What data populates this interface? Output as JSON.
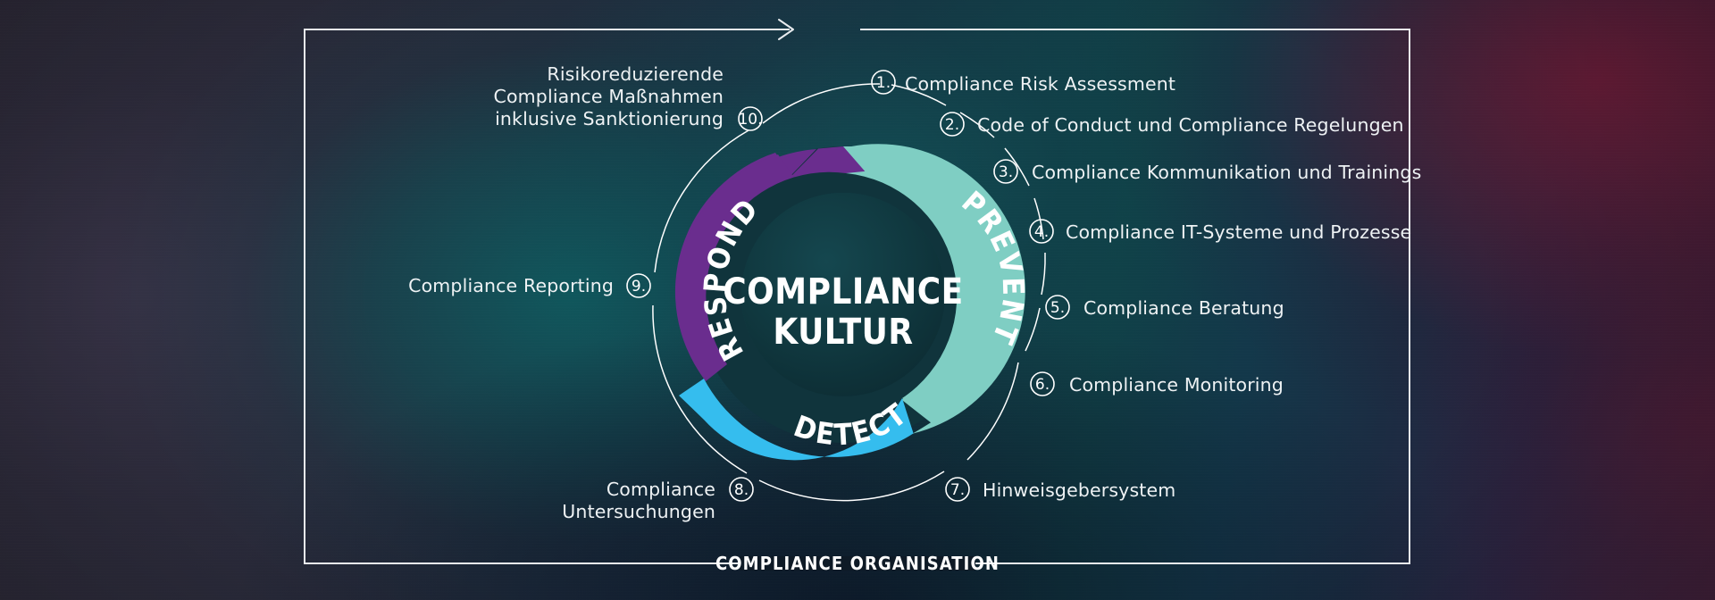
{
  "meta": {
    "diagram_title": "Compliance Organisation cycle",
    "center_line1": "COMPLIANCE",
    "center_line2": "KULTUR",
    "footer_label": "COMPLIANCE ORGANISATION"
  },
  "colors": {
    "prevent": "#7fcec3",
    "detect": "#35bdee",
    "respond": "#6a2d8e",
    "ring_base": "#123a42",
    "frame": "#e9ecef",
    "text": "#eef2f4"
  },
  "segments": [
    {
      "key": "prevent",
      "label": "PREVENT",
      "color": "#7fcec3",
      "start_deg": -80,
      "end_deg": 62
    },
    {
      "key": "detect",
      "label": "DETECT",
      "color": "#35bdee",
      "start_deg": 62,
      "end_deg": 176
    },
    {
      "key": "respond",
      "label": "RESPOND",
      "color": "#6a2d8e",
      "start_deg": 176,
      "end_deg": 280
    }
  ],
  "steps": [
    {
      "n": "1.",
      "label": "Compliance Risk Assessment",
      "align": "start"
    },
    {
      "n": "2.",
      "label": "Code of Conduct und Compliance Regelungen",
      "align": "start"
    },
    {
      "n": "3.",
      "label": "Compliance Kommunikation und Trainings",
      "align": "start"
    },
    {
      "n": "4.",
      "label": "Compliance IT-Systeme und Prozesse",
      "align": "start"
    },
    {
      "n": "5.",
      "label": "Compliance Beratung",
      "align": "start"
    },
    {
      "n": "6.",
      "label": "Compliance Monitoring",
      "align": "start"
    },
    {
      "n": "7.",
      "label": "Hinweisgebersystem",
      "align": "start"
    },
    {
      "n": "8.",
      "label": "Compliance\nUntersuchungen",
      "align": "end"
    },
    {
      "n": "9.",
      "label": "Compliance Reporting",
      "align": "end"
    },
    {
      "n": "10.",
      "label": "Risikoreduzierende\nCompliance Maßnahmen\ninklusive Sanktionierung",
      "align": "end"
    }
  ],
  "step_text": {
    "s1": "Compliance Risk Assessment",
    "s2": "Code of Conduct und Compliance Regelungen",
    "s3": "Compliance Kommunikation und Trainings",
    "s4": "Compliance IT-Systeme und Prozesse",
    "s5": "Compliance Beratung",
    "s6": "Compliance Monitoring",
    "s7": "Hinweisgebersystem",
    "s8a": "Compliance",
    "s8b": "Untersuchungen",
    "s9": "Compliance Reporting",
    "s10a": "Risikoreduzierende",
    "s10b": "Compliance Maßnahmen",
    "s10c": "inklusive Sanktionierung"
  },
  "numbers": {
    "n1": "1.",
    "n2": "2.",
    "n3": "3.",
    "n4": "4.",
    "n5": "5.",
    "n6": "6.",
    "n7": "7.",
    "n8": "8.",
    "n9": "9.",
    "n10": "10."
  },
  "segment_words": {
    "prevent": "PREVENT",
    "detect": "DETECT",
    "respond": "RESPOND"
  }
}
